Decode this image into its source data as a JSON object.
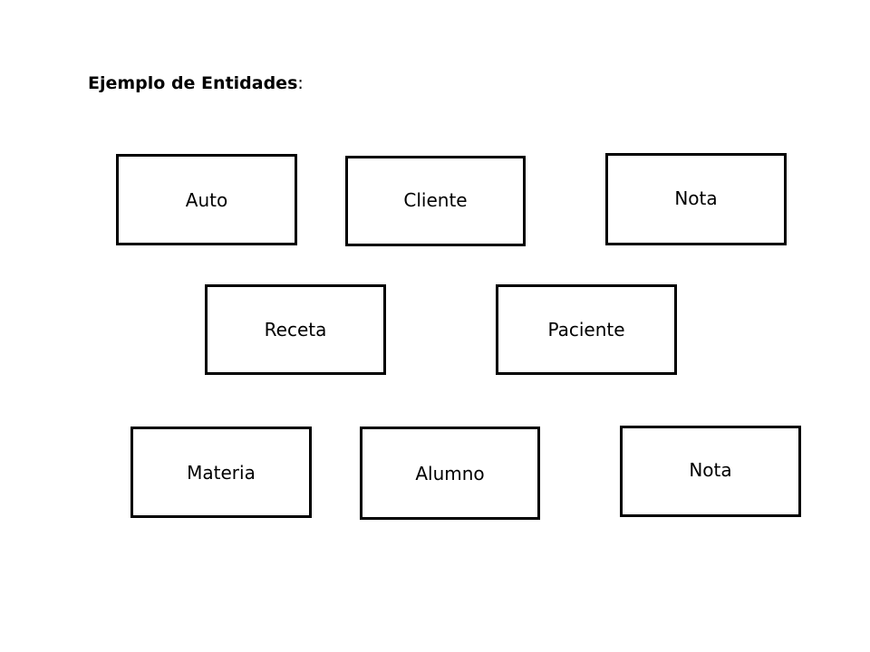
{
  "title": {
    "bold_text": "Ejemplo de Entidades",
    "suffix": ":"
  },
  "entities": [
    {
      "label": "Auto"
    },
    {
      "label": "Cliente"
    },
    {
      "label": "Nota"
    },
    {
      "label": "Receta"
    },
    {
      "label": "Paciente"
    },
    {
      "label": "Materia"
    },
    {
      "label": "Alumno"
    },
    {
      "label": "Nota"
    }
  ]
}
